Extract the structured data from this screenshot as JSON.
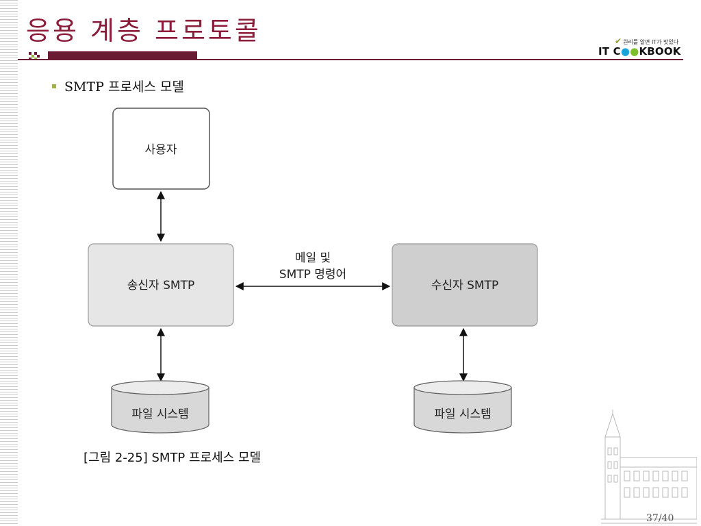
{
  "slide": {
    "title": "응용 계층 프로토콜",
    "bullet": "SMTP 프로세스 모델",
    "caption": "[그림 2-25] SMTP 프로세스 모델",
    "page": "37/40"
  },
  "logo": {
    "tagline": "원리를 알면 IT가 맛있다",
    "brand": "IT COOKBOOK",
    "brand_prefix": "IT C",
    "brand_suffix": "KBOOK"
  },
  "diagram": {
    "user": "사용자",
    "sender": "송신자 SMTP",
    "receiver": "수신자 SMTP",
    "link_line1": "메일 및",
    "link_line2": "SMTP 명령어",
    "fs_left": "파일 시스템",
    "fs_right": "파일 시스템"
  },
  "colors": {
    "title": "#8b1c3a",
    "rule": "#6b1a33",
    "sender_fill": "#e6e6e6",
    "receiver_fill": "#cfcfcf",
    "bullet_square": "#9fb24a"
  }
}
